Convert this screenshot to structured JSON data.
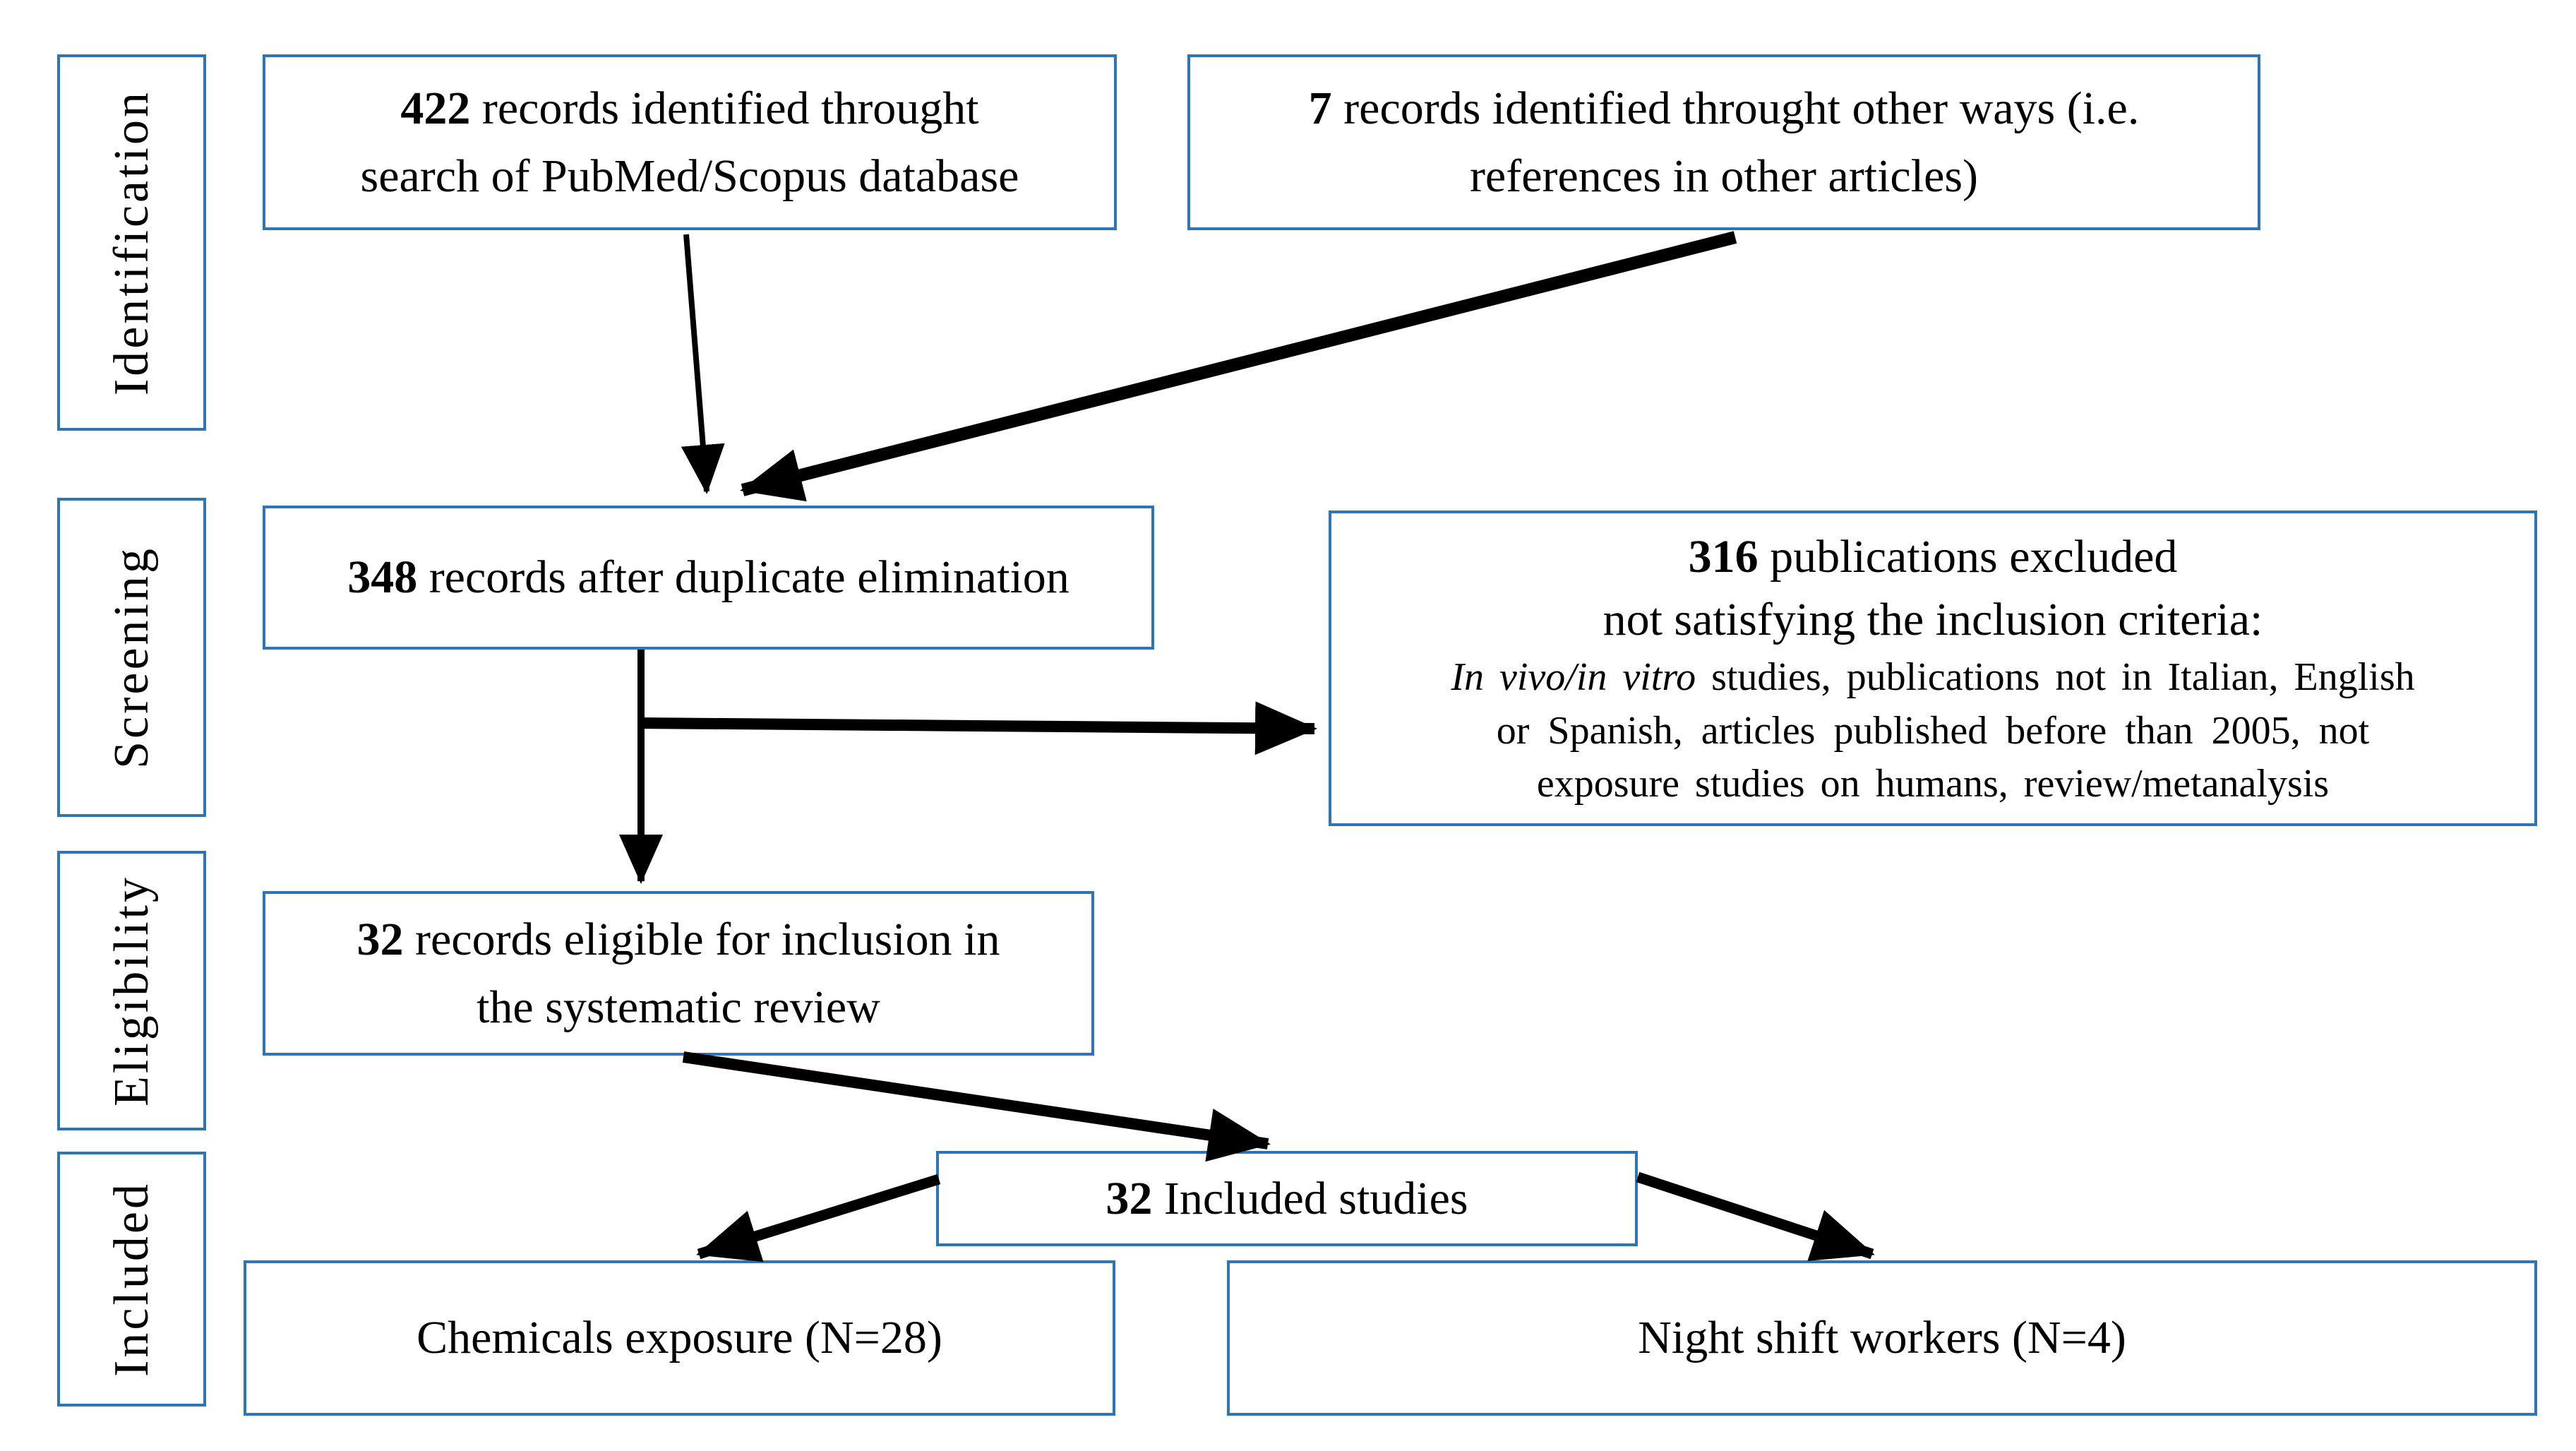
{
  "colors": {
    "box_border": "#2E75B6",
    "arrow": "#000000",
    "text": "#000000",
    "background": "#FFFFFF"
  },
  "stages": [
    {
      "label": "Identification"
    },
    {
      "label": "Screening"
    },
    {
      "label": "Eligibility"
    },
    {
      "label": "Included"
    }
  ],
  "boxes": {
    "records_database": {
      "count": "422",
      "after_count": " records identified throught",
      "line2": "search of PubMed/Scopus database"
    },
    "records_other_ways": {
      "count": "7",
      "after_count": " records identified throught other ways (i.e.",
      "line2": "references in other articles)"
    },
    "after_duplicate_elimination": {
      "count": "348",
      "after_count": " records after duplicate elimination"
    },
    "publications_excluded": {
      "count": "316",
      "after_count": " publications excluded",
      "line2": "not satisfying the inclusion criteria:",
      "criteria_italic": "In vivo/in vitro",
      "criteria_line1_rest": " studies, publications not in Italian, English",
      "criteria_line2": "or Spanish, articles published before than 2005, not",
      "criteria_line3": "exposure studies on humans, review/metanalysis"
    },
    "eligible": {
      "count": "32",
      "after_count": " records eligible for inclusion in",
      "line2": "the systematic review"
    },
    "included_studies": {
      "count": "32",
      "after_count": " Included studies"
    },
    "chemicals_exposure": {
      "text": "Chemicals exposure (N=28)"
    },
    "night_shift_workers": {
      "text": "Night shift workers (N=4)"
    }
  }
}
